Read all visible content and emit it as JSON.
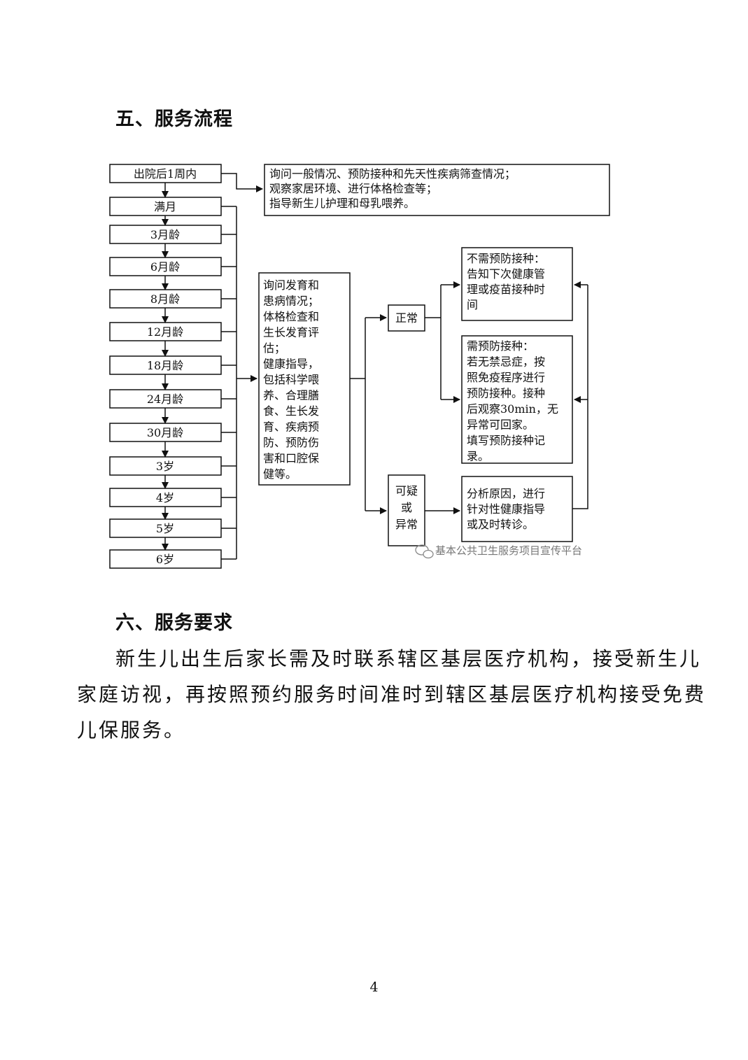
{
  "section5": {
    "title": "五、服务流程"
  },
  "section6": {
    "title": "六、服务要求",
    "lines": [
      "新生儿出生后家长需及时联系辖区基层医疗机构，接受新生儿",
      "家庭访视，再按照预约服务时间准时到辖区基层医疗机构接受免费",
      "儿保服务。"
    ]
  },
  "flow": {
    "ages": [
      "出院后1周内",
      "满月",
      "3月龄",
      "6月龄",
      "8月龄",
      "12月龄",
      "18月龄",
      "24月龄",
      "30月龄",
      "3岁",
      "4岁",
      "5岁",
      "6岁"
    ],
    "visit1_lines": [
      "询问一般情况、预防接种和先天性疾病筛查情况；",
      "观察家居环境、进行体格检查等；",
      "指导新生儿护理和母乳喂养。"
    ],
    "routine_lines": [
      "询问发育和",
      "患病情况；",
      "体格检查和",
      "生长发育评",
      "估；",
      "健康指导，",
      "包括科学喂",
      "养、合理膳",
      "食、生长发",
      "育、疾病预",
      "防、预防伤",
      "害和口腔保",
      "健等。"
    ],
    "normal_label": "正常",
    "abnormal_lines": [
      "可疑",
      "或",
      "异常"
    ],
    "no_vaccine_lines": [
      "不需预防接种：",
      "告知下次健康管",
      "理或疫苗接种时",
      "间"
    ],
    "vaccine_lines": [
      "需预防接种：",
      "若无禁忌症，按",
      "照免疫程序进行",
      "预防接种。接种",
      "后观察30min，无",
      "异常可回家。",
      "填写预防接种记",
      "录。"
    ],
    "analysis_lines": [
      "分析原因，进行",
      "针对性健康指导",
      "或及时转诊。"
    ],
    "watermark": "基本公共卫生服务项目宣传平台"
  },
  "page_number": "4"
}
